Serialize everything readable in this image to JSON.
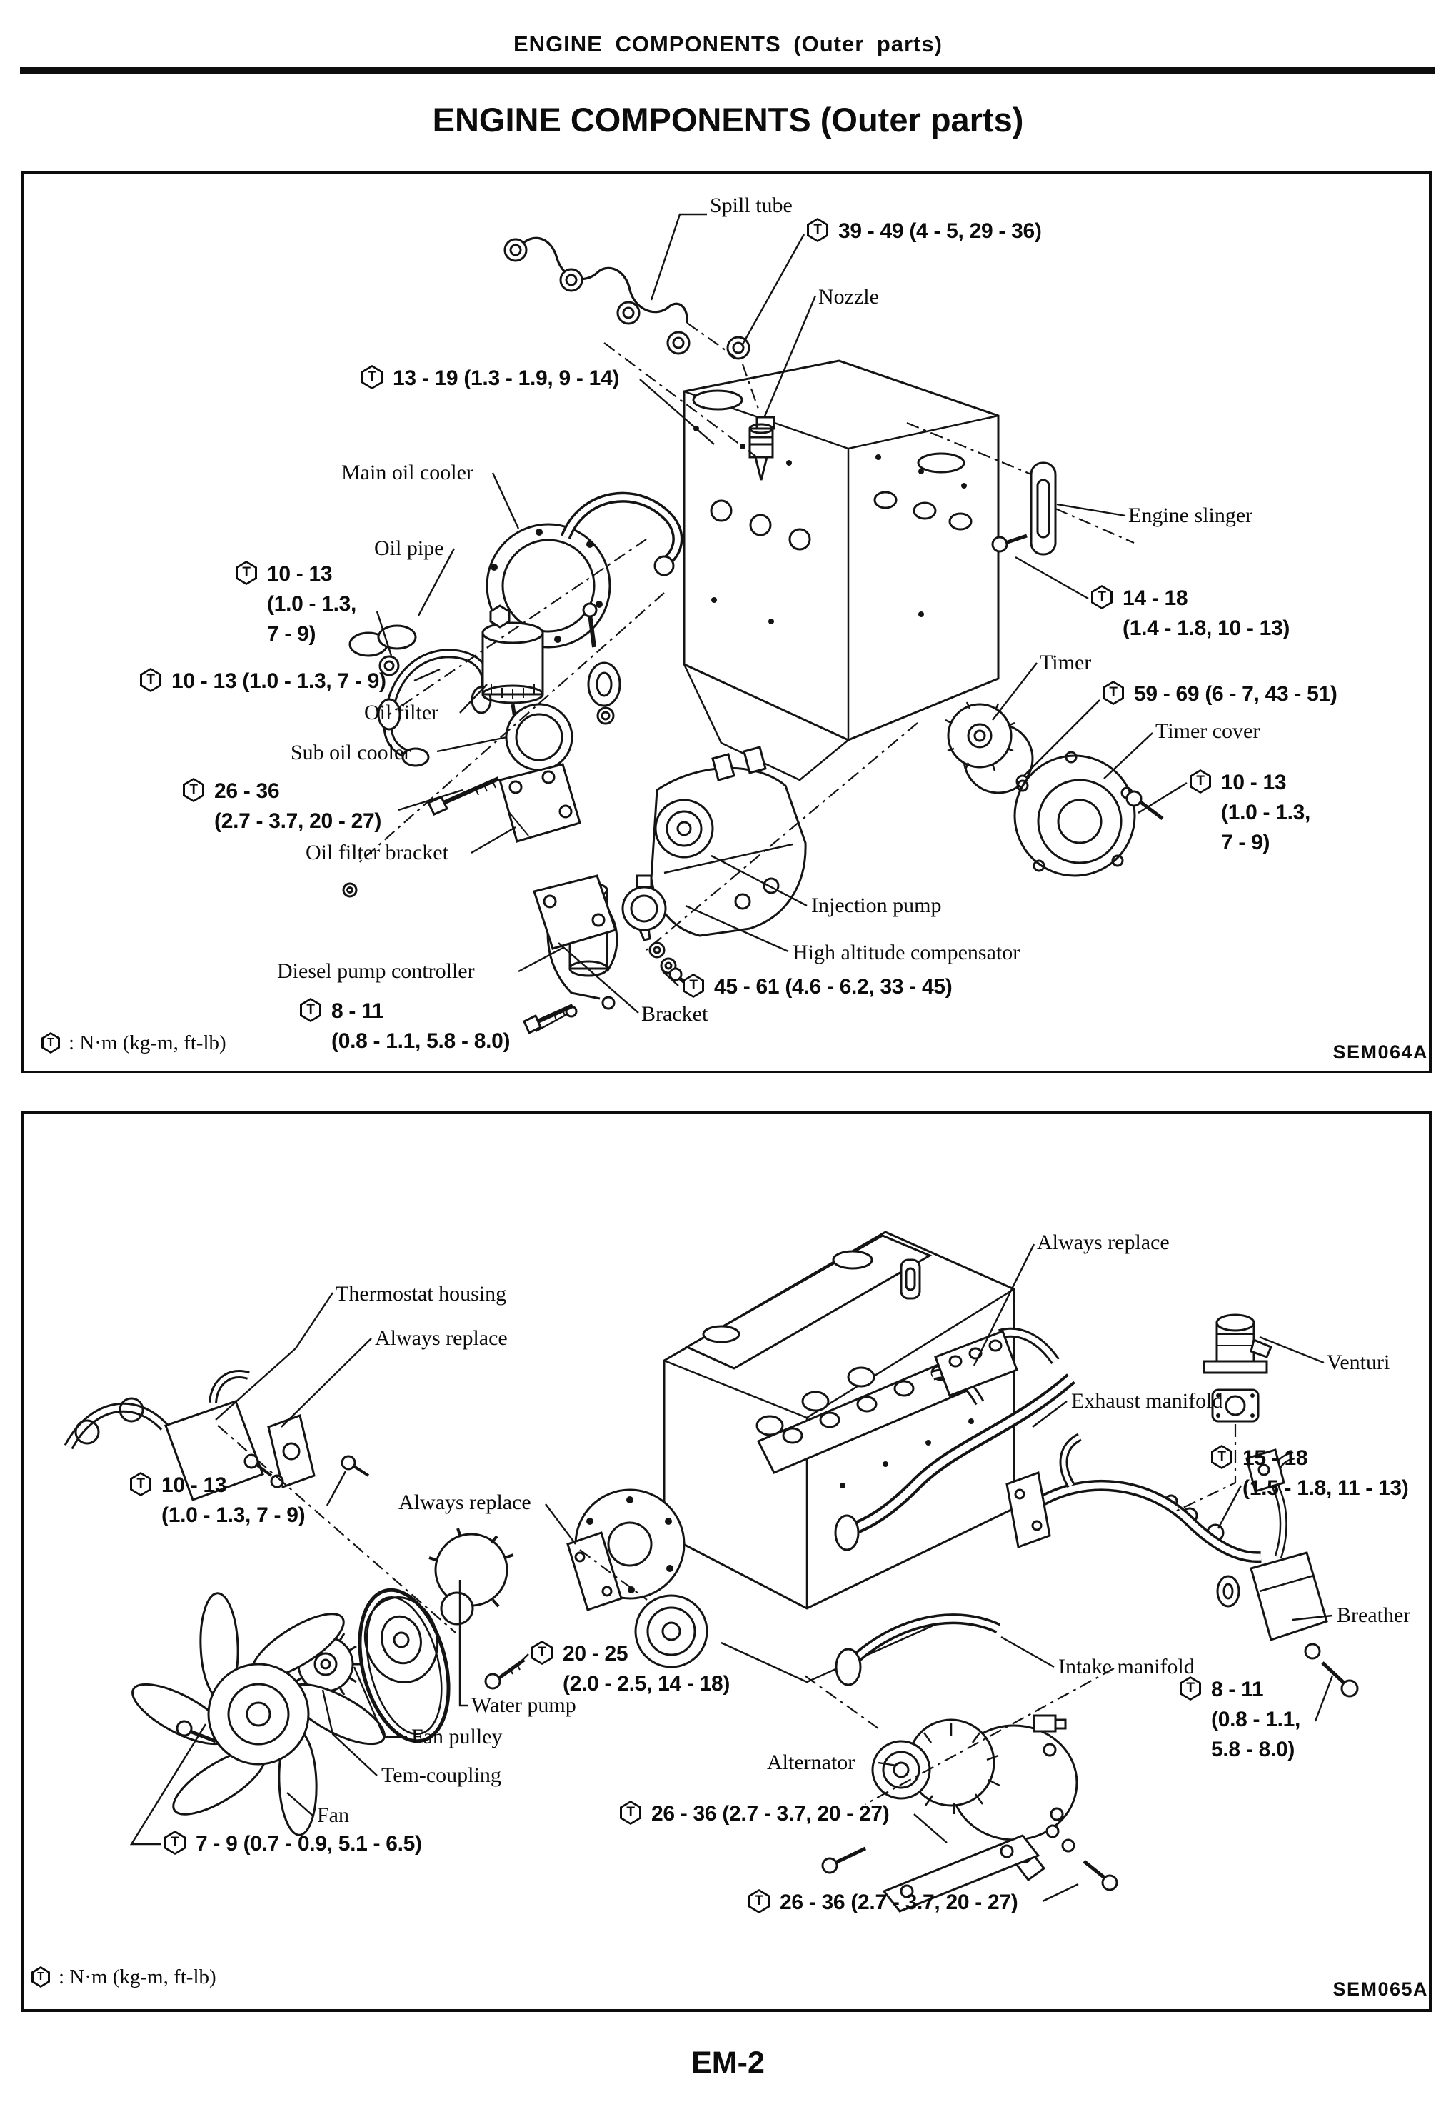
{
  "page": {
    "running_head": "ENGINE COMPONENTS (Outer parts)",
    "title": "ENGINE COMPONENTS (Outer parts)",
    "page_number": "EM-2",
    "torque_symbol": "T"
  },
  "d1": {
    "figure_code": "SEM064A",
    "legend": ": N·m (kg-m, ft-lb)",
    "parts": {
      "spill_tube": "Spill tube",
      "nozzle": "Nozzle",
      "main_oil_cooler": "Main oil cooler",
      "oil_pipe": "Oil pipe",
      "oil_filter": "Oil filter",
      "sub_oil_cooler": "Sub oil cooler",
      "oil_filter_bracket": "Oil filter bracket",
      "diesel_pump_controller": "Diesel pump controller",
      "injection_pump": "Injection pump",
      "high_altitude_compensator": "High altitude compensator",
      "bracket": "Bracket",
      "engine_slinger": "Engine slinger",
      "timer": "Timer",
      "timer_cover": "Timer cover"
    },
    "torques": {
      "t39_49": "39 - 49 (4 - 5, 29 - 36)",
      "t13_19": "13 - 19 (1.3 - 1.9, 9 - 14)",
      "t10_13_pipe_1": "10 - 13",
      "t10_13_pipe_2": "(1.0 - 1.3,",
      "t10_13_pipe_3": "7 - 9)",
      "t10_13_filter": "10 - 13 (1.0 - 1.3, 7 - 9)",
      "t26_36_1": "26 - 36",
      "t26_36_2": "(2.7 - 3.7, 20 - 27)",
      "t45_61": "45 - 61 (4.6 - 6.2, 33 - 45)",
      "t8_11_1": "8 - 11",
      "t8_11_2": "(0.8 - 1.1, 5.8 - 8.0)",
      "t14_18_1": "14 - 18",
      "t14_18_2": "(1.4 - 1.8, 10 - 13)",
      "t59_69": "59 - 69 (6 - 7, 43 - 51)",
      "t10_13_cover_1": "10 - 13",
      "t10_13_cover_2": "(1.0 - 1.3,",
      "t10_13_cover_3": "7 - 9)"
    }
  },
  "d2": {
    "figure_code": "SEM065A",
    "legend": ": N·m (kg-m, ft-lb)",
    "parts": {
      "thermostat_housing": "Thermostat housing",
      "always_replace_1": "Always replace",
      "always_replace_2": "Always replace",
      "always_replace_3": "Always replace",
      "venturi": "Venturi",
      "exhaust_manifold": "Exhaust manifold",
      "breather": "Breather",
      "intake_manifold": "Intake manifold",
      "water_pump": "Water pump",
      "fan_pulley": "Fan pulley",
      "tem_coupling": "Tem-coupling",
      "fan": "Fan",
      "alternator": "Alternator"
    },
    "torques": {
      "t10_13_1": "10 - 13",
      "t10_13_2": "(1.0 - 1.3, 7 - 9)",
      "t20_25_1": "20 - 25",
      "t20_25_2": "(2.0 - 2.5, 14 - 18)",
      "t15_18_1": "15 - 18",
      "t15_18_2": "(1.5 - 1.8, 11 - 13)",
      "t8_11_1": "8 - 11",
      "t8_11_2": "(0.8 - 1.1,",
      "t8_11_3": "5.8 - 8.0)",
      "t7_9": "7 - 9 (0.7 - 0.9, 5.1 - 6.5)",
      "t26_36_alt": "26 - 36 (2.7 - 3.7, 20 - 27)",
      "t26_36_bracket": "26 - 36 (2.7 - 3.7, 20 - 27)"
    }
  }
}
